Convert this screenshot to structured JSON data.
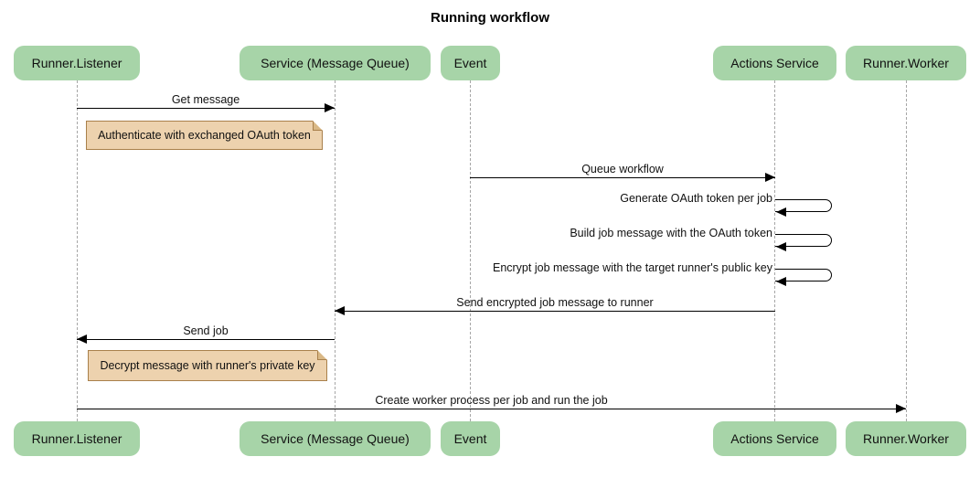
{
  "title": "Running workflow",
  "diagram": {
    "type": "sequence",
    "participants": [
      {
        "id": "runner-listener",
        "label": "Runner.Listener"
      },
      {
        "id": "service-message-queue",
        "label": "Service (Message Queue)"
      },
      {
        "id": "event",
        "label": "Event"
      },
      {
        "id": "actions-service",
        "label": "Actions Service"
      },
      {
        "id": "runner-worker",
        "label": "Runner.Worker"
      }
    ],
    "messages": [
      {
        "type": "arrow",
        "direction": "right",
        "from": "Runner.Listener",
        "to": "Service (Message Queue)",
        "label": "Get message"
      },
      {
        "type": "note",
        "over": "Runner.Listener",
        "label": "Authenticate with exchanged OAuth token"
      },
      {
        "type": "arrow",
        "direction": "right",
        "from": "Event",
        "to": "Actions Service",
        "label": "Queue workflow"
      },
      {
        "type": "self",
        "on": "Actions Service",
        "label": "Generate OAuth token per job"
      },
      {
        "type": "self",
        "on": "Actions Service",
        "label": "Build job message with the OAuth token"
      },
      {
        "type": "self",
        "on": "Actions Service",
        "label": "Encrypt job message with the target runner's public key"
      },
      {
        "type": "arrow",
        "direction": "left",
        "from": "Actions Service",
        "to": "Service (Message Queue)",
        "label": "Send encrypted job message to runner"
      },
      {
        "type": "arrow",
        "direction": "left",
        "from": "Service (Message Queue)",
        "to": "Runner.Listener",
        "label": "Send job"
      },
      {
        "type": "note",
        "over": "Runner.Listener",
        "label": "Decrypt message with runner's private key"
      },
      {
        "type": "arrow",
        "direction": "right",
        "from": "Runner.Listener",
        "to": "Runner.Worker",
        "label": "Create worker process per job and run the job"
      }
    ],
    "colors": {
      "participant_fill": "#a7d4a8",
      "note_fill": "#edd2ae",
      "note_border": "#a9804b",
      "lifeline": "#a6a6a6",
      "arrow": "#000000",
      "text": "#111111",
      "background": "#ffffff"
    }
  }
}
